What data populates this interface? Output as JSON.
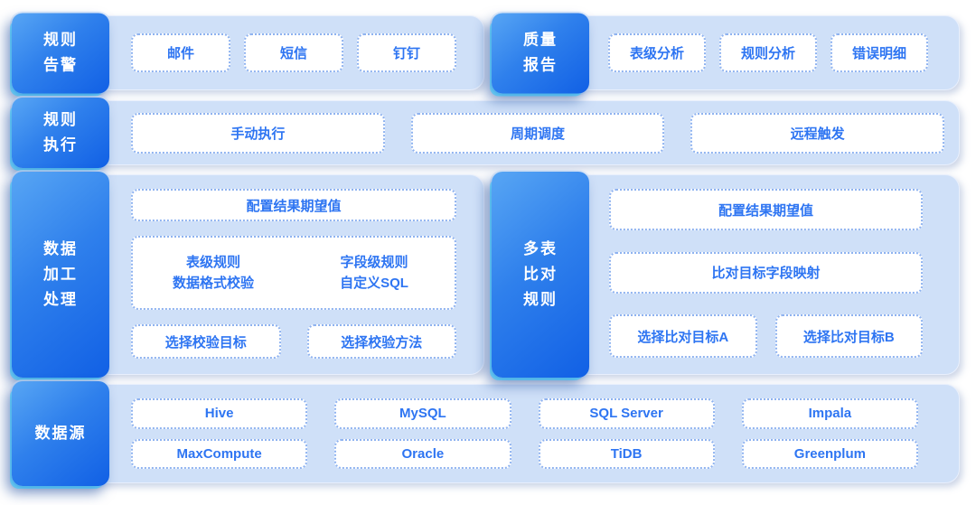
{
  "colors": {
    "page_bg": "#ffffff",
    "panel_bg": "#cfe0f8",
    "tab_gradient_start": "#58a6f4",
    "tab_gradient_end": "#1160e5",
    "tab_text": "#ffffff",
    "tab_accent_cyan": "#2cc9ff",
    "node_bg": "#ffffff",
    "node_border": "#8fb3f0",
    "node_text": "#2e75f2"
  },
  "rule_alert": {
    "tab_lines": [
      "规则",
      "告警"
    ],
    "items": [
      "邮件",
      "短信",
      "钉钉"
    ]
  },
  "quality_report": {
    "tab_lines": [
      "质量",
      "报告"
    ],
    "items": [
      "表级分析",
      "规则分析",
      "错误明细"
    ]
  },
  "rule_execution": {
    "tab_lines": [
      "规则",
      "执行"
    ],
    "items": [
      "手动执行",
      "周期调度",
      "远程触发"
    ]
  },
  "data_processing": {
    "tab_lines": [
      "数据",
      "加工",
      "处理"
    ],
    "expected_value": "配置结果期望值",
    "rule_types": {
      "table_rule_line1": "表级规则",
      "table_rule_line2": "数据格式校验",
      "field_rule_line1": "字段级规则",
      "field_rule_line2": "自定义SQL"
    },
    "select_target": "选择校验目标",
    "select_method": "选择校验方法"
  },
  "multi_table_compare": {
    "tab_lines": [
      "多表",
      "比对",
      "规则"
    ],
    "expected_value": "配置结果期望值",
    "field_mapping": "比对目标字段映射",
    "target_a": "选择比对目标A",
    "target_b": "选择比对目标B"
  },
  "data_source": {
    "tab_lines": [
      "数据源"
    ],
    "items": [
      "Hive",
      "MySQL",
      "SQL Server",
      "Impala",
      "MaxCompute",
      "Oracle",
      "TiDB",
      "Greenplum"
    ]
  }
}
